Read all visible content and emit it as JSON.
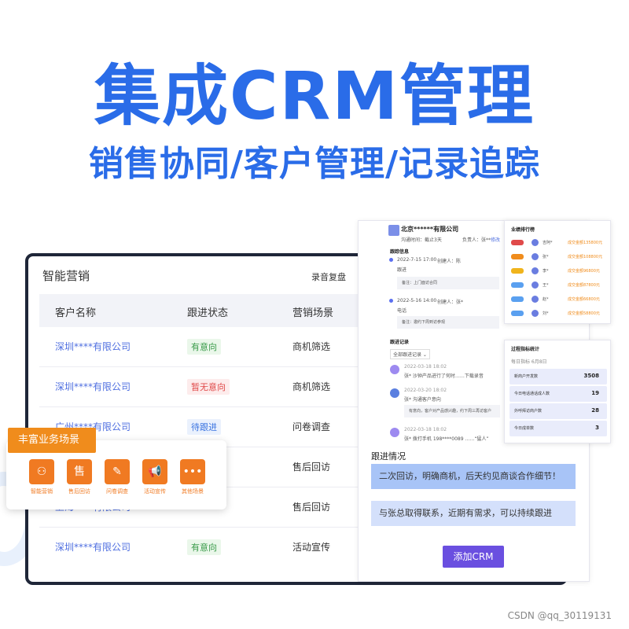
{
  "headline": "集成CRM管理",
  "subline": "销售协同/客户管理/记录追踪",
  "monitor": {
    "title": "智能营销",
    "record_btn": "录音复盘",
    "play_icon": "▶",
    "columns": [
      "客户名称",
      "跟进状态",
      "营销场景"
    ],
    "rows": [
      {
        "name": "深圳****有限公司",
        "status": "有意向",
        "scene": "商机筛选"
      },
      {
        "name": "深圳****有限公司",
        "status": "暂无意向",
        "scene": "商机筛选"
      },
      {
        "name": "广州****有限公司",
        "status": "待跟进",
        "scene": "问卷调查"
      },
      {
        "name": "",
        "status": "",
        "scene": "售后回访"
      },
      {
        "name": "上海****有限公司",
        "status": "",
        "scene": "售后回访"
      },
      {
        "name": "深圳****有限公司",
        "status": "有意向",
        "scene": "活动宣传"
      }
    ]
  },
  "scenarios": {
    "tag": "丰富业务场景",
    "items": [
      {
        "icon": "people-network-icon",
        "glyph": "⚇",
        "label": "智能营销"
      },
      {
        "icon": "after-sale-icon",
        "glyph": "售",
        "label": "售后回访"
      },
      {
        "icon": "survey-icon",
        "glyph": "✎",
        "label": "问卷调查"
      },
      {
        "icon": "megaphone-icon",
        "glyph": "📢",
        "label": "活动宣传"
      },
      {
        "icon": "more-icon",
        "glyph": "•••",
        "label": "其他场景"
      }
    ]
  },
  "detail": {
    "company": "北京******有限公司",
    "meta1": "沟通时间：截止3天",
    "meta2": "负责人：张**",
    "meta3": "修改",
    "timeline_title": "跟踪信息",
    "t1_time": "2022-7-15 17:00",
    "t1_creator": "创建人：陈",
    "t1_type": "跟进",
    "t1_note": "备注：上门面访合同",
    "t2_time": "2022-5-16 14:00",
    "t2_creator": "创建人：张*",
    "t2_type": "电话",
    "t2_note": "备注：邀约下周到访参观",
    "records_title": "跟进记录",
    "records_filter": "全部跟进记录 ⌄",
    "r1_time": "2022-03-18 18:02",
    "r1_text": "张*  沙钟产品进行了何时……下载录音",
    "r2_time": "2022-03-20 18:02",
    "r2_text": "张*  沟通客户意向",
    "r2_note": "有意向，客户对产品感兴趣，约下周三再访客户",
    "r3_time": "2022-03-18 18:02",
    "r3_text": "张*  拨打手机 198****0089 ……“猛人”",
    "follow_title": "跟进情况",
    "follow1": "二次回访，明确商机，后天约见商谈合作细节！",
    "follow2": "与张总取得联系，近期有需求，可以持续跟进",
    "add_btn": "添加CRM"
  },
  "rank": {
    "title": "业绩排行榜",
    "rows": [
      {
        "badge_color": "#e04a4a",
        "name": "吉阿*",
        "amount": "成交金额135800元"
      },
      {
        "badge_color": "#f08c1c",
        "name": "张*",
        "amount": "成交金额108800元"
      },
      {
        "badge_color": "#f0b41c",
        "name": "李*",
        "amount": "成交金额96800元"
      },
      {
        "badge_color": "#5aa0f0",
        "name": "王*",
        "amount": "成交金额87800元"
      },
      {
        "badge_color": "#5aa0f0",
        "name": "赵*",
        "amount": "成交金额66800元"
      },
      {
        "badge_color": "#5aa0f0",
        "name": "刘*",
        "amount": "成交金额58800元"
      }
    ]
  },
  "stats": {
    "title": "过程指标统计",
    "subtitle": "每日指标  6月8日",
    "rows": [
      {
        "label": "新商户开发数",
        "value": "3508"
      },
      {
        "label": "今日电话通话成人数",
        "value": "19"
      },
      {
        "label": "外呼拜访商户数",
        "value": "28"
      },
      {
        "label": "今日成单数",
        "value": "3"
      }
    ]
  },
  "watermark": "CSDN @qq_30119131"
}
